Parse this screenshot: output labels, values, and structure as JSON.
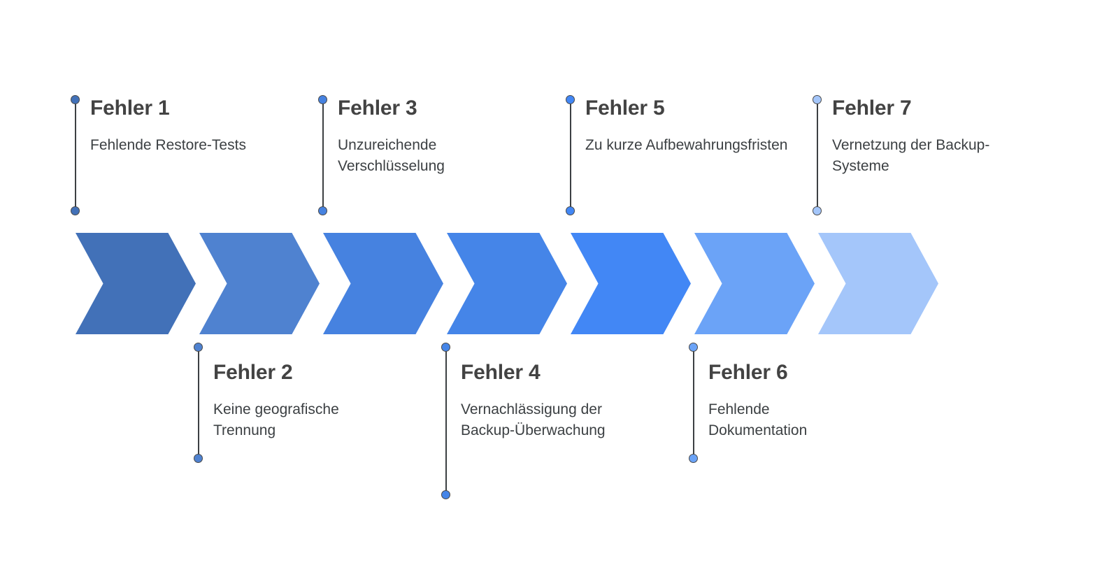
{
  "diagram": {
    "type": "chevron-process",
    "background": "#ffffff",
    "step_count": 7,
    "chevron_colors": [
      "#4271b8",
      "#4f82d0",
      "#4682e0",
      "#4585e8",
      "#4287f5",
      "#6ba3f7",
      "#a4c6fa"
    ],
    "dot_colors": [
      "#4271b8",
      "#4f82d0",
      "#4682e0",
      "#4585e8",
      "#4287f5",
      "#6ba3f7",
      "#a4c6fa"
    ],
    "connector_color": "#3c4043",
    "title_color": "#434343",
    "desc_color": "#3c4043"
  },
  "steps": [
    {
      "index": 1,
      "title": "Fehler 1",
      "description": "Fehlende Restore-Tests",
      "position": "top",
      "chevron_color": "#4271b8",
      "dot_color": "#4271b8"
    },
    {
      "index": 2,
      "title": "Fehler 2",
      "description": "Keine geografische Trennung",
      "position": "bottom",
      "chevron_color": "#4f82d0",
      "dot_color": "#4f82d0"
    },
    {
      "index": 3,
      "title": "Fehler 3",
      "description": "Unzureichende Verschlüsselung",
      "position": "top",
      "chevron_color": "#4682e0",
      "dot_color": "#4682e0"
    },
    {
      "index": 4,
      "title": "Fehler 4",
      "description": "Vernachlässigung der Backup-Überwachung",
      "position": "bottom",
      "chevron_color": "#4585e8",
      "dot_color": "#4585e8"
    },
    {
      "index": 5,
      "title": "Fehler 5",
      "description": "Zu kurze Aufbewahrungsfristen",
      "position": "top",
      "chevron_color": "#4287f5",
      "dot_color": "#4287f5"
    },
    {
      "index": 6,
      "title": "Fehler 6",
      "description": "Fehlende Dokumentation",
      "position": "bottom",
      "chevron_color": "#6ba3f7",
      "dot_color": "#6ba3f7"
    },
    {
      "index": 7,
      "title": "Fehler 7",
      "description": "Vernetzung der Backup-Systeme",
      "position": "top",
      "chevron_color": "#a4c6fa",
      "dot_color": "#a4c6fa"
    }
  ]
}
